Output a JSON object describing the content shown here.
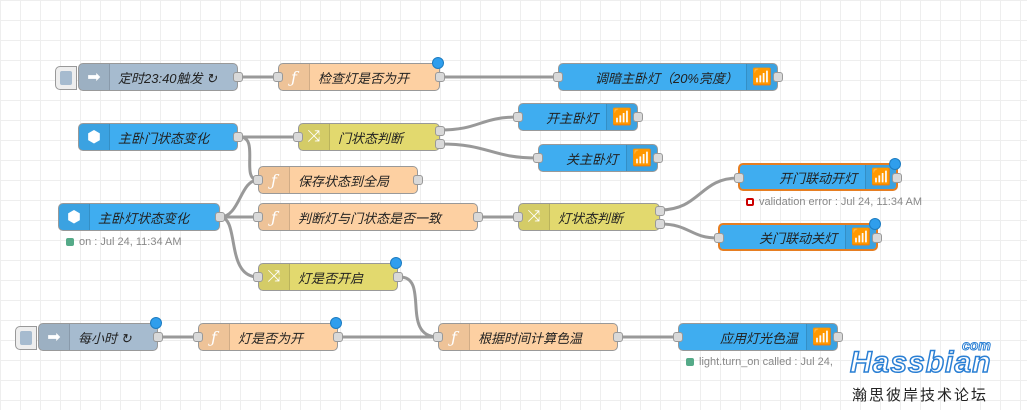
{
  "nodes": {
    "inject_timer": {
      "label": "定时23:40触发 ↻"
    },
    "check_light": {
      "label": "检查灯是否为开"
    },
    "dim_light": {
      "label": "调暗主卧灯（20%亮度）"
    },
    "door_state_change": {
      "label": "主卧门状态变化"
    },
    "door_switch": {
      "label": "门状态判断"
    },
    "light_on": {
      "label": "开主卧灯"
    },
    "light_off": {
      "label": "关主卧灯"
    },
    "save_state": {
      "label": "保存状态到全局"
    },
    "light_state_change": {
      "label": "主卧灯状态变化"
    },
    "compare": {
      "label": "判断灯与门状态是否一致"
    },
    "light_switch": {
      "label": "灯状态判断"
    },
    "door_open_on": {
      "label": "开门联动开灯"
    },
    "door_close_off": {
      "label": "关门联动关灯"
    },
    "is_light_on_switch": {
      "label": "灯是否开启"
    },
    "inject_hourly": {
      "label": "每小时 ↻"
    },
    "is_on_func": {
      "label": "灯是否为开"
    },
    "calc_temp": {
      "label": "根据时间计算色温"
    },
    "apply_temp": {
      "label": "应用灯光色温"
    }
  },
  "statuses": {
    "light_state": {
      "text": "on : Jul 24, 11:34 AM",
      "color": "#5a8"
    },
    "validation": {
      "text": "validation error : Jul 24, 11:34 AM",
      "color": "#c00"
    },
    "turn_on": {
      "text": "light.turn_on called : Jul 24,",
      "color": "#5a8"
    }
  },
  "watermark": {
    "brand": "Hassbian",
    "com": "com",
    "subtitle": "瀚思彼岸技术论坛"
  },
  "colors": {
    "inject": "#a6bbcf",
    "function": "#fdd0a2",
    "switch": "#e2d96e",
    "ha": "#3fadf0",
    "wire": "#999999"
  }
}
